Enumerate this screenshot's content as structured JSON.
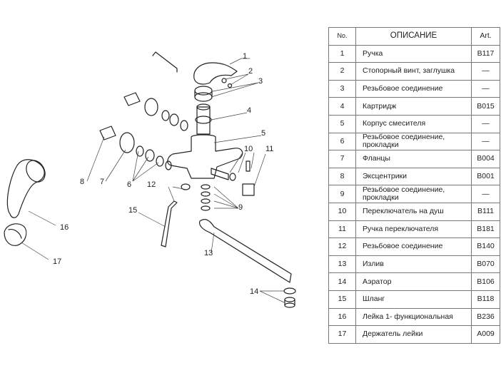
{
  "table": {
    "headers": {
      "no": "No.",
      "description": "ОПИСАНИЕ",
      "art": "Art."
    },
    "rows": [
      {
        "no": "1",
        "description": "Ручка",
        "art": "B117"
      },
      {
        "no": "2",
        "description": "Стопорный винт, заглушка",
        "art": "—"
      },
      {
        "no": "3",
        "description": "Резьбовое соединение",
        "art": "—"
      },
      {
        "no": "4",
        "description": "Картридж",
        "art": "B015"
      },
      {
        "no": "5",
        "description": "Корпус смесителя",
        "art": "—"
      },
      {
        "no": "6",
        "description": "Резьбовое соединение, прокладки",
        "art": "—"
      },
      {
        "no": "7",
        "description": "Фланцы",
        "art": "B004"
      },
      {
        "no": "8",
        "description": "Эксцентрики",
        "art": "B001"
      },
      {
        "no": "9",
        "description": "Резьбовое соединение, прокладки",
        "art": "—"
      },
      {
        "no": "10",
        "description": "Переключатель на душ",
        "art": "B111"
      },
      {
        "no": "11",
        "description": "Ручка переключателя",
        "art": "B181"
      },
      {
        "no": "12",
        "description": "Резьбовое соединение",
        "art": "B140"
      },
      {
        "no": "13",
        "description": "Излив",
        "art": "B070"
      },
      {
        "no": "14",
        "description": "Аэратор",
        "art": "B106"
      },
      {
        "no": "15",
        "description": "Шланг",
        "art": "B118"
      },
      {
        "no": "16",
        "description": "Лейка 1- функциональная",
        "art": "B236"
      },
      {
        "no": "17",
        "description": "Держатель лейки",
        "art": "A009"
      }
    ]
  },
  "diagram": {
    "callouts": [
      "1",
      "2",
      "3",
      "4",
      "5",
      "6",
      "7",
      "8",
      "9",
      "10",
      "11",
      "12",
      "13",
      "14",
      "15",
      "16",
      "17"
    ]
  }
}
